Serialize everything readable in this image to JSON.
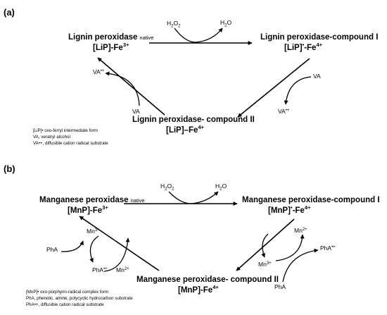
{
  "panel_a": {
    "label": "(a)",
    "native": {
      "name": "Lignin peroxidase",
      "tag": "native",
      "formula": {
        "base": "[LiP]-Fe",
        "sup": "3+"
      }
    },
    "compound1": {
      "name": "Lignin peroxidase-compound I",
      "formula": {
        "base": "[LiP]",
        "sup1": "•",
        "mid": "-Fe",
        "sup2": "4+"
      }
    },
    "compound2": {
      "name": "Lignin peroxidase- compound II",
      "formula": {
        "base": "[LiP]–Fe",
        "sup": "4+"
      }
    },
    "h2o2": {
      "base": "H",
      "sub": "2",
      "mid": "O",
      "sub2": "2"
    },
    "h2o": {
      "base": "H",
      "sub": "2",
      "tail": "O"
    },
    "va_right_in": "VA",
    "va_right_out": {
      "base": "VA",
      "sup": "•+"
    },
    "va_left_in": "VA",
    "va_left_out": {
      "base": "VA",
      "sup": "•+"
    },
    "notes": [
      "[LiP]• oxo-ferryl intermediate form",
      "VA, veratryl alcohol",
      "VA•+, diffusible cation radical substrate"
    ]
  },
  "panel_b": {
    "label": "(b)",
    "native": {
      "name": "Manganese peroxidase",
      "tag": "native",
      "formula": {
        "base": "[MnP]-Fe",
        "sup": "3+"
      }
    },
    "compound1": {
      "name": "Manganese peroxidase-compound I",
      "formula": {
        "base": "[MnP]",
        "sup1": "•",
        "mid": "-Fe",
        "sup2": "4+"
      }
    },
    "compound2": {
      "name": "Manganese peroxidase- compound II",
      "formula": {
        "base": "[MnP]-Fe",
        "sup": "4+"
      }
    },
    "h2o2": {
      "base": "H",
      "sub": "2",
      "mid": "O",
      "sub2": "2"
    },
    "h2o": {
      "base": "H",
      "sub": "2",
      "tail": "O"
    },
    "left_mn3": {
      "base": "Mn",
      "sup": "3+"
    },
    "left_mn2": {
      "base": "Mn",
      "sup": "2+"
    },
    "left_pha": "PhA",
    "left_pha_rad": {
      "base": "PhA",
      "sup": "•+"
    },
    "right_mn2": {
      "base": "Mn",
      "sup": "2+"
    },
    "right_mn3": {
      "base": "Mn",
      "sup": "3+"
    },
    "right_pha": "PhA",
    "right_pha_rad": {
      "base": "PhA",
      "sup": "•+"
    },
    "notes": [
      "[MnP]• oxo-porphyrin-radical complex form",
      "PhA, phenolic, amine, polycyclic hydrocarbon substrate",
      "PhA•+, diffusible cation radical substrate"
    ]
  }
}
